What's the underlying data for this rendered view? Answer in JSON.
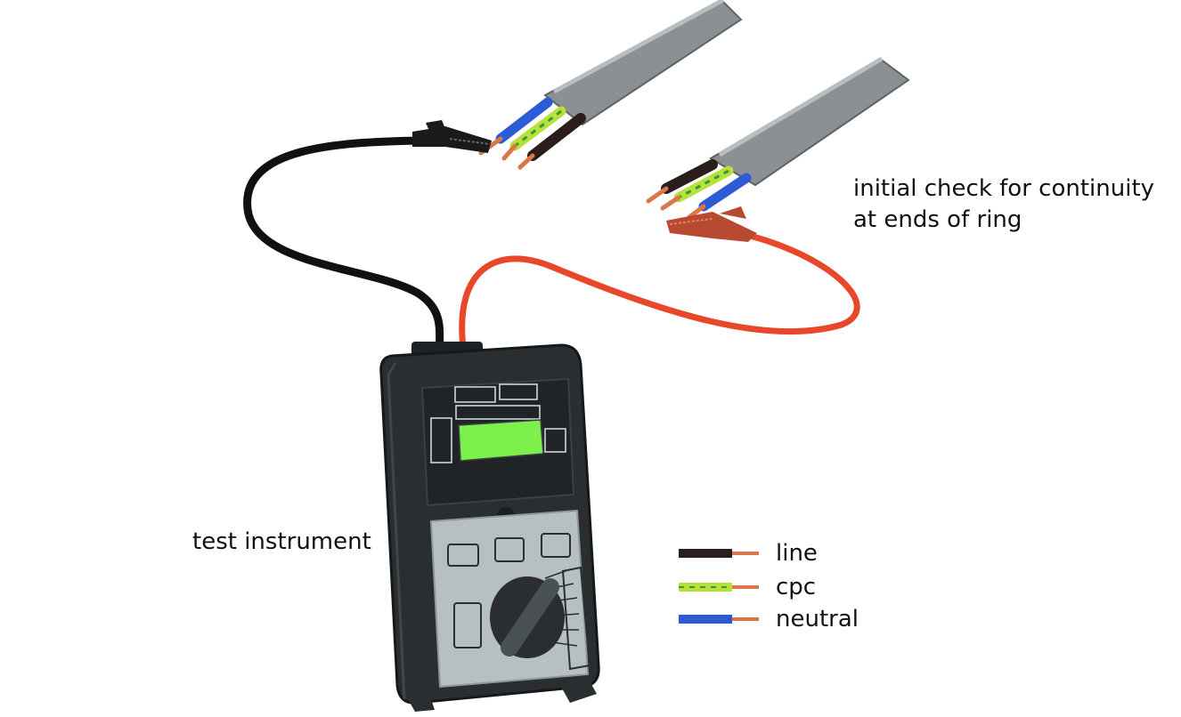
{
  "labels": {
    "continuity_line1": "initial check for continuity",
    "continuity_line2": "at ends of ring",
    "instrument": "test instrument"
  },
  "legend": [
    {
      "label": "line",
      "color": "#2b1d1b"
    },
    {
      "label": "cpc",
      "color": "#b8e03a"
    },
    {
      "label": "neutral",
      "color": "#2d5bd6"
    }
  ],
  "colors": {
    "black_lead": "#111111",
    "red_lead": "#e8472a",
    "cable_sheath": "#8a9093",
    "copper": "#d9774a",
    "instrument_body": "#2a2e30",
    "display": "#7df04b",
    "control_panel": "#b6c0c0"
  }
}
